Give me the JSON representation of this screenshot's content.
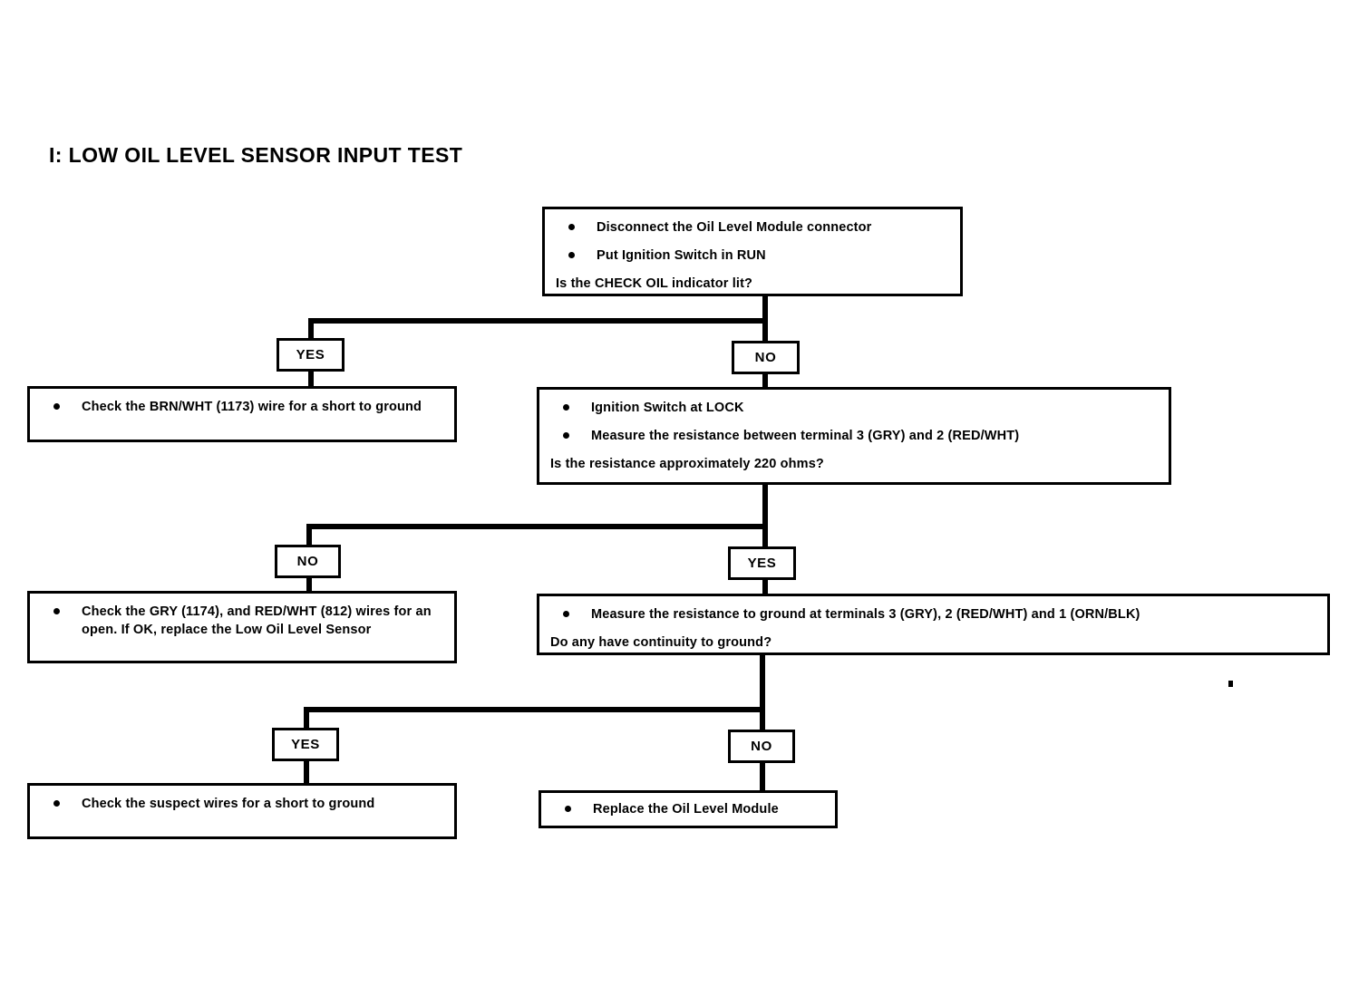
{
  "page": {
    "title": "I: LOW OIL LEVEL SENSOR INPUT TEST",
    "background_color": "#ffffff",
    "ink_color": "#000000"
  },
  "chart_data": {
    "type": "diagram",
    "diagram_kind": "flowchart",
    "title": "I: LOW OIL LEVEL SENSOR INPUT TEST",
    "nodes": [
      {
        "id": "step1",
        "kind": "decision",
        "bullets": [
          "Disconnect the Oil Level Module connector",
          "Put Ignition Switch in RUN"
        ],
        "question": "Is the CHECK OIL indicator lit?"
      },
      {
        "id": "yes1",
        "kind": "branch-label",
        "label": "YES"
      },
      {
        "id": "no1",
        "kind": "branch-label",
        "label": "NO"
      },
      {
        "id": "action_yes1",
        "kind": "action",
        "bullets": [
          "Check the BRN/WHT (1173) wire for a short to ground"
        ],
        "question": ""
      },
      {
        "id": "step2",
        "kind": "decision",
        "bullets": [
          "Ignition  Switch at LOCK",
          "Measure the resistance between terminal 3 (GRY) and 2 (RED/WHT)"
        ],
        "question": "Is the resistance approximately 220 ohms?"
      },
      {
        "id": "no2",
        "kind": "branch-label",
        "label": "NO"
      },
      {
        "id": "yes2",
        "kind": "branch-label",
        "label": "YES"
      },
      {
        "id": "action_no2",
        "kind": "action",
        "bullets": [
          "Check the GRY (1174), and RED/WHT (812) wires for an open. If OK, replace the Low Oil Level Sensor"
        ],
        "question": ""
      },
      {
        "id": "step3",
        "kind": "decision",
        "bullets": [
          "Measure the resistance to ground at terminals 3 (GRY), 2 (RED/WHT) and 1 (ORN/BLK)"
        ],
        "question": "Do any have continuity to ground?"
      },
      {
        "id": "yes3",
        "kind": "branch-label",
        "label": "YES"
      },
      {
        "id": "no3",
        "kind": "branch-label",
        "label": "NO"
      },
      {
        "id": "action_yes3",
        "kind": "action",
        "bullets": [
          "Check the suspect wires for a short to ground"
        ],
        "question": ""
      },
      {
        "id": "action_no3",
        "kind": "action",
        "bullets": [
          "Replace the Oil Level Module"
        ],
        "question": ""
      }
    ],
    "edges": [
      {
        "from": "step1",
        "to": "yes1",
        "label": "YES"
      },
      {
        "from": "step1",
        "to": "no1",
        "label": "NO"
      },
      {
        "from": "yes1",
        "to": "action_yes1"
      },
      {
        "from": "no1",
        "to": "step2"
      },
      {
        "from": "step2",
        "to": "no2",
        "label": "NO"
      },
      {
        "from": "step2",
        "to": "yes2",
        "label": "YES"
      },
      {
        "from": "no2",
        "to": "action_no2"
      },
      {
        "from": "yes2",
        "to": "step3"
      },
      {
        "from": "step3",
        "to": "yes3",
        "label": "YES"
      },
      {
        "from": "step3",
        "to": "no3",
        "label": "NO"
      },
      {
        "from": "yes3",
        "to": "action_yes3"
      },
      {
        "from": "no3",
        "to": "action_no3"
      }
    ]
  },
  "boxes": {
    "step1": {
      "b1": "Disconnect the Oil Level Module connector",
      "b2": "Put Ignition Switch in RUN",
      "q": "Is the CHECK OIL indicator lit?"
    },
    "action_yes1": {
      "b1": "Check the BRN/WHT (1173) wire for a short to ground"
    },
    "step2": {
      "b1": "Ignition  Switch at LOCK",
      "b2": "Measure the resistance between terminal 3 (GRY) and 2 (RED/WHT)",
      "q": "Is the resistance approximately 220 ohms?"
    },
    "action_no2": {
      "b1": "Check the GRY (1174), and RED/WHT (812) wires for an open. If OK, replace the Low Oil Level Sensor"
    },
    "step3": {
      "b1": "Measure the resistance to ground at terminals 3 (GRY), 2 (RED/WHT) and 1 (ORN/BLK)",
      "q": "Do any have continuity to ground?"
    },
    "action_yes3": {
      "b1": "Check the suspect wires for a short to ground"
    },
    "action_no3": {
      "b1": "Replace the Oil Level Module"
    }
  },
  "labels": {
    "yes1": "YES",
    "no1": "NO",
    "no2": "NO",
    "yes2": "YES",
    "yes3": "YES",
    "no3": "NO"
  }
}
